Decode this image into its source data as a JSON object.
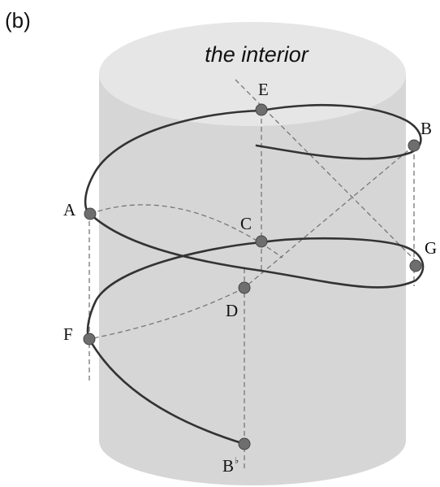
{
  "panel_label": "(b)",
  "region_label": "the interior",
  "points": {
    "A": "A",
    "B": "B",
    "C": "C",
    "D": "D",
    "E": "E",
    "F": "F",
    "G": "G",
    "B_prime": "B",
    "B_prime_mark": "♭"
  },
  "colors": {
    "cylinder_body": "#d6d6d6",
    "cylinder_top": "#e6e6e6",
    "curve": "#333333",
    "guide_lines": "#777777",
    "points": "#6e6e6e"
  }
}
